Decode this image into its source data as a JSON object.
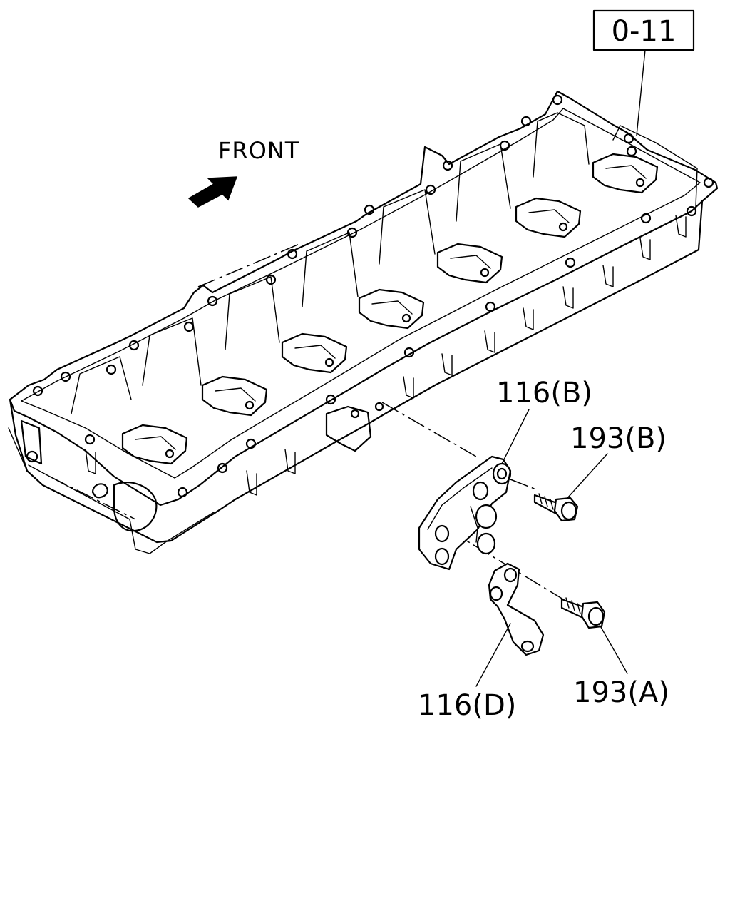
{
  "diagram": {
    "reference_box": "0-11",
    "direction_label": "FRONT",
    "callouts": {
      "bracket_upper": "116(B)",
      "bolt_upper": "193(B)",
      "bolt_lower": "193(A)",
      "bracket_lower": "116(D)"
    },
    "icons": {
      "direction": "front-arrow-icon"
    }
  }
}
